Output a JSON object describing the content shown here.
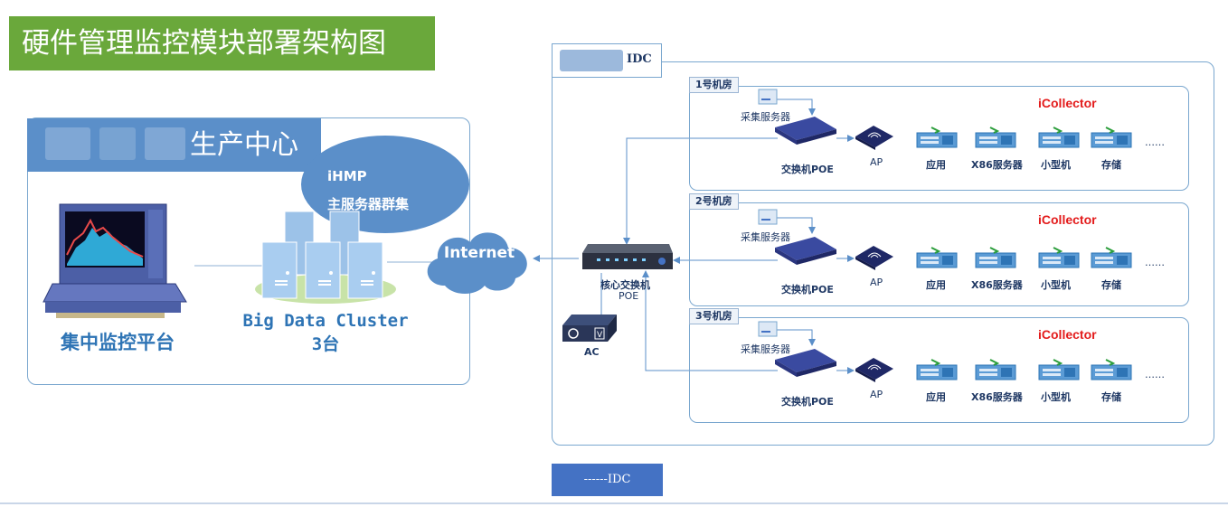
{
  "title": "硬件管理监控模块部署架构图",
  "production_center": {
    "label": "生产中心"
  },
  "ihmp": {
    "line1": "iHMP",
    "line2": "主服务器群集"
  },
  "cluster": {
    "line1": "Big Data Cluster",
    "line2": "3台"
  },
  "monitor_platform": "集中监控平台",
  "internet": "Internet",
  "idc_label": "IDC",
  "core_switch": {
    "line1": "核心交换机",
    "line2": "POE"
  },
  "ac_label": "AC",
  "rooms": [
    {
      "name": "1号机房",
      "collector": "iCollector",
      "collect_server": "采集服务器",
      "switch": "交换机POE",
      "ap": "AP",
      "devices": [
        "应用",
        "X86服务器",
        "小型机",
        "存储"
      ],
      "more": "……"
    },
    {
      "name": "2号机房",
      "collector": "iCollector",
      "collect_server": "采集服务器",
      "switch": "交换机POE",
      "ap": "AP",
      "devices": [
        "应用",
        "X86服务器",
        "小型机",
        "存储"
      ],
      "more": "……"
    },
    {
      "name": "3号机房",
      "collector": "iCollector",
      "collect_server": "采集服务器",
      "switch": "交换机POE",
      "ap": "AP",
      "devices": [
        "应用",
        "X86服务器",
        "小型机",
        "存储"
      ],
      "more": "……"
    }
  ],
  "legend_idc": "------IDC",
  "colors": {
    "banner": "#6aa83b",
    "accent_blue": "#5b8fc9",
    "collector_red": "#e31c1c",
    "line_blue": "#5b8fc9"
  }
}
